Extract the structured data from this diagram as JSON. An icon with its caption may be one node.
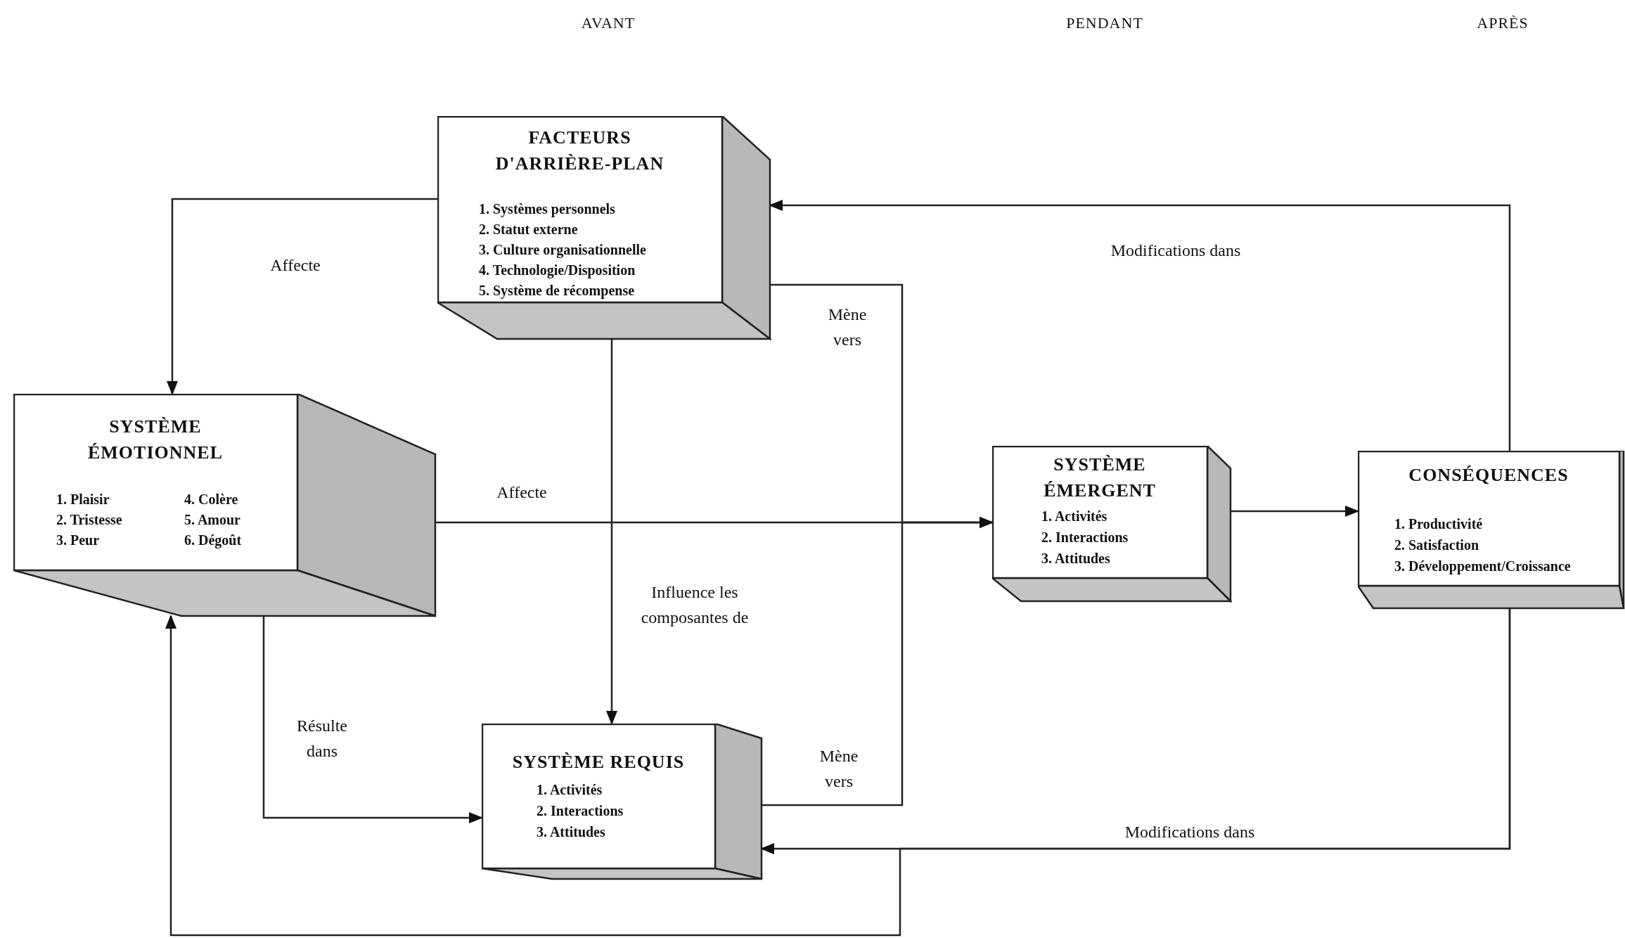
{
  "diagram": {
    "nodes": [
      {
        "text": [
          "FACTEURS D'ARRIÈRE-PLAN",
          "1. Systèmes personnels",
          "2. Statut externe",
          "3. Culture organisationnelle",
          "4. Technologie/Disposition",
          "5. Système de récompense"
        ]
      },
      {
        "text": [
          "SYSTÈME ÉMOTIONNEL",
          "1. Plaisir",
          "2. Tristesse",
          "3. Peur",
          "4. Colère",
          "5. Amour",
          "6. Dégoût"
        ]
      },
      {
        "text": [
          "SYSTÈME ÉMERGENT",
          "1. Activités",
          "2. Interactions",
          "3. Attitudes"
        ]
      },
      {
        "text": [
          "CONSÉQUENCES",
          "1. Productivité",
          "2. Satisfaction",
          "3. Développement/Croissance"
        ]
      },
      {
        "text": [
          "SYSTÈME REQUIS",
          "1. Activités",
          "2. Interactions",
          "3. Attitudes"
        ]
      }
    ],
    "edges": [
      {
        "from": 0,
        "to": 1,
        "arrow": "to",
        "label": "Affecte"
      },
      {
        "from": 1,
        "to": 2,
        "arrow": "to",
        "label": "Affecte"
      },
      {
        "from": 0,
        "to": 4,
        "arrow": "to",
        "label": "Influence les composantes de"
      },
      {
        "from": 1,
        "to": 4,
        "arrow": "to",
        "label": "Résulte dans"
      },
      {
        "from": 0,
        "to": 2,
        "arrow": "to",
        "label": "Mène vers"
      },
      {
        "from": 4,
        "to": 2,
        "arrow": "to",
        "label": "Mène vers"
      },
      {
        "from": 2,
        "to": 3,
        "arrow": "to"
      },
      {
        "from": 3,
        "to": 0,
        "arrow": "to",
        "label": "Modifications dans"
      },
      {
        "from": 3,
        "to": 4,
        "arrow": "to",
        "label": "Modifications dans"
      },
      {
        "from": 3,
        "to": 1,
        "arrow": "to"
      }
    ],
    "labels": [
      "AVANT",
      "PENDANT",
      "APRÈS"
    ]
  }
}
